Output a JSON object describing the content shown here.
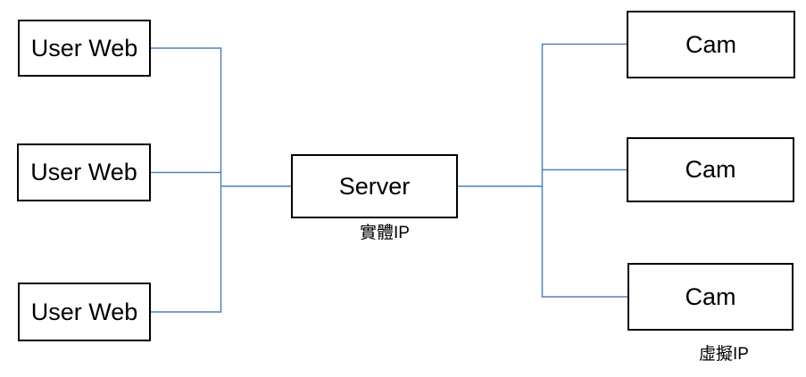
{
  "diagram": {
    "left_nodes": [
      {
        "label": "User Web"
      },
      {
        "label": "User Web"
      },
      {
        "label": "User Web"
      }
    ],
    "server_node": {
      "label": "Server"
    },
    "server_caption": "實體IP",
    "right_nodes": [
      {
        "label": "Cam"
      },
      {
        "label": "Cam"
      },
      {
        "label": "Cam"
      }
    ],
    "right_caption": "虛擬IP",
    "colors": {
      "connector": "#4f81bd",
      "box-border": "#000000",
      "box-fill": "#ffffff",
      "text": "#000000",
      "background": "#ffffff"
    }
  }
}
